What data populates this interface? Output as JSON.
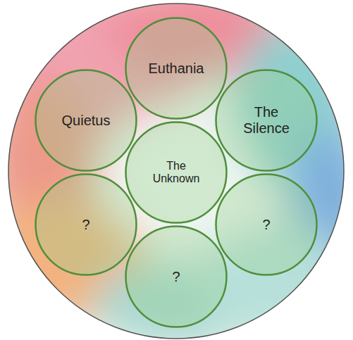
{
  "diagram": {
    "nodes": [
      {
        "text": [
          "Euthania"
        ]
      },
      {
        "text": [
          "Quietus"
        ]
      },
      {
        "text": [
          "The Silence"
        ]
      },
      {
        "text": [
          "The Unknown"
        ]
      },
      {
        "text": [
          "?"
        ]
      },
      {
        "text": [
          "?"
        ]
      },
      {
        "text": [
          "?"
        ]
      }
    ]
  }
}
